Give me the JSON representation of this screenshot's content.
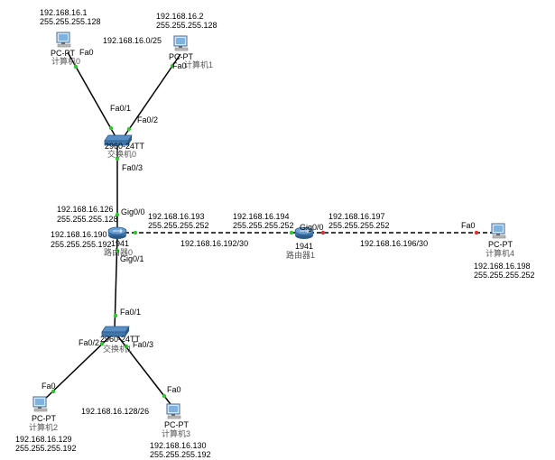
{
  "colors": {
    "link": "#000000",
    "port_ok": "#2fc72f",
    "port_down": "#e03030",
    "device_blue": "#4a7fb5"
  },
  "devices": {
    "pc0": {
      "model": "PC-PT",
      "name": "计算机0",
      "ip": "192.168.16.1",
      "mask": "255.255.255.128"
    },
    "pc1": {
      "model": "PC-PT",
      "name": "计算机1",
      "ip": "192.168.16.2",
      "mask": "255.255.255.128"
    },
    "pc2": {
      "model": "PC-PT",
      "name": "计算机2",
      "ip": "192.168.16.129",
      "mask": "255.255.255.192"
    },
    "pc3": {
      "model": "PC-PT",
      "name": "计算机3",
      "ip": "192.168.16.130",
      "mask": "255.255.255.192"
    },
    "pc4": {
      "model": "PC-PT",
      "name": "计算机4",
      "ip": "192.168.16.198",
      "mask": "255.255.255.252"
    },
    "sw0": {
      "model": "2960-24TT",
      "name": "交换机0"
    },
    "sw1": {
      "model": "2960-24TT",
      "name": "交换机1"
    },
    "r0": {
      "model": "1941",
      "name": "路由器0"
    },
    "r1": {
      "model": "1941",
      "name": "路由器1"
    }
  },
  "interfaces": {
    "pc0_fa0": "Fa0",
    "pc1_fa0": "Fa0",
    "sw0_fa01": "Fa0/1",
    "sw0_fa02": "Fa0/2",
    "sw0_fa03": "Fa0/3",
    "r0_gig00": "Gig0/0",
    "r0_gig01": "Gig0/1",
    "sw1_fa01": "Fa0/1",
    "sw1_fa02": "Fa0/2",
    "sw1_fa03": "Fa0/3",
    "pc2_fa0": "Fa0",
    "pc3_fa0": "Fa0",
    "r1_gig00": "Gig0/0",
    "pc4_fa0": "Fa0"
  },
  "router_addresses": {
    "r0_g00_ip": "192.168.16.126",
    "r0_g00_mask": "255.255.255.128",
    "r0_g01_ip": "192.168.16.190",
    "r0_g01_mask": "255.255.255.192",
    "r0_wan_ip": "192.168.16.193",
    "r0_wan_mask": "255.255.255.252",
    "r1_wan_ip": "192.168.16.194",
    "r1_wan_mask": "255.255.255.252",
    "r1_lan_ip": "192.168.16.197",
    "r1_lan_mask": "255.255.255.252"
  },
  "networks": {
    "net_a": "192.168.16.0/25",
    "net_b": "192.168.16.128/26",
    "net_c": "192.168.16.192/30",
    "net_d": "192.168.16.196/30"
  }
}
